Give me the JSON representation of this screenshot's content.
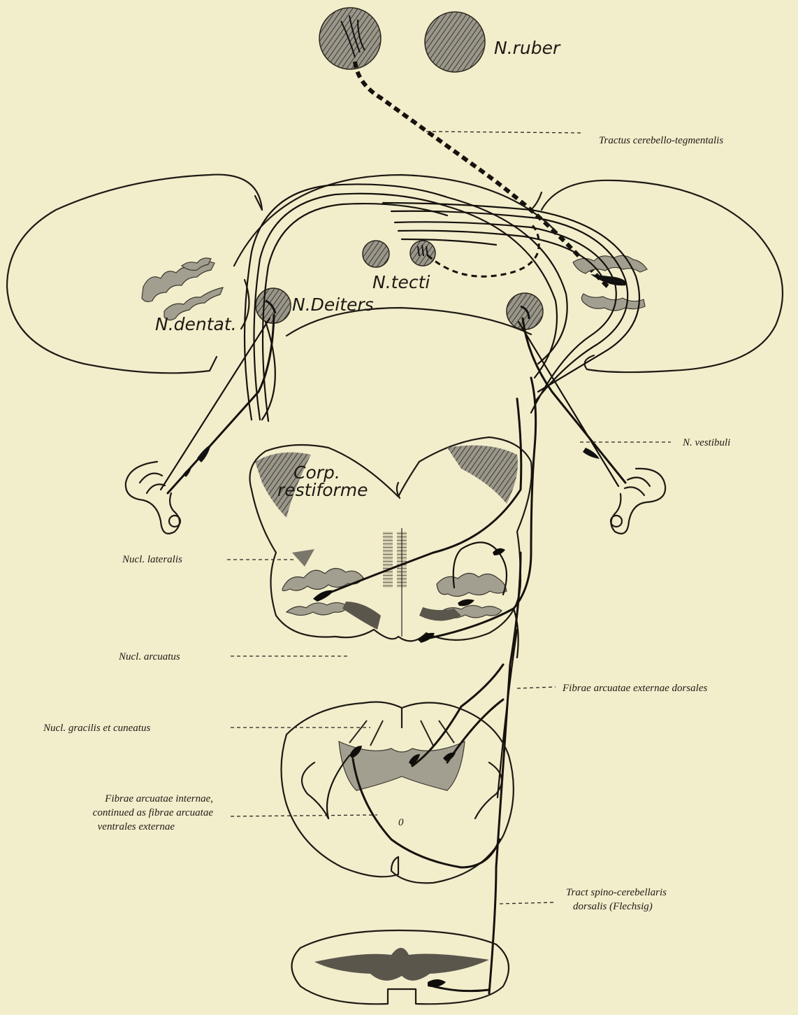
{
  "labels": {
    "n_ruber": "N.ruber",
    "tractus_cerebello_tegmentalis": "Tractus cerebello-tegmentalis",
    "n_tecti": "N.tecti",
    "n_dentat": "N.dentat.",
    "n_deiters": "N.Deiters",
    "n_vestibuli": "N. vestibuli",
    "corp_restiforme_line1": "Corp.",
    "corp_restiforme_line2": "restiforme",
    "nucl_lateralis": "Nucl. lateralis",
    "nucl_arcuatus": "Nucl. arcuatus",
    "fibrae_arcuatae_externae_dorsales": "Fibrae arcuatae externae dorsales",
    "nucl_gracilis_et_cuneatus": "Nucl. gracilis et cuneatus",
    "fibrae_arcuatae_internae_line1": "Fibrae arcuatae internae,",
    "fibrae_arcuatae_internae_line2": "continued as fibrae arcuatae",
    "fibrae_arcuatae_internae_line3": "ventrales externae",
    "tract_spino_cerebellaris_line1": "Tract spino-cerebellaris",
    "tract_spino_cerebellaris_line2": "dorsalis (Flechsig)"
  },
  "colors": {
    "paper": "#f2edcb",
    "ink": "#15120d",
    "gray_matter": "#a39f90"
  }
}
